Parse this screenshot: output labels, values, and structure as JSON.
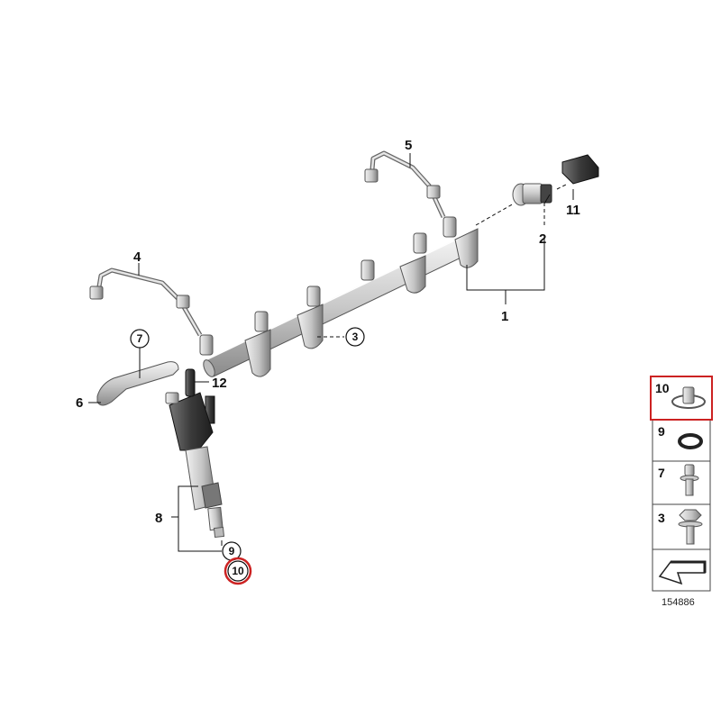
{
  "diagram": {
    "reference_number": "154886",
    "callouts": {
      "c1": "1",
      "c2": "2",
      "c3": "3",
      "c4": "4",
      "c5": "5",
      "c6": "6",
      "c7": "7",
      "c8": "8",
      "c9": "9",
      "c10": "10",
      "c11": "11",
      "c12": "12"
    },
    "highlight_color": "#cc2222",
    "sidebar": [
      {
        "label": "10",
        "highlighted": true
      },
      {
        "label": "9",
        "highlighted": false
      },
      {
        "label": "7",
        "highlighted": false
      },
      {
        "label": "3",
        "highlighted": false
      }
    ]
  }
}
